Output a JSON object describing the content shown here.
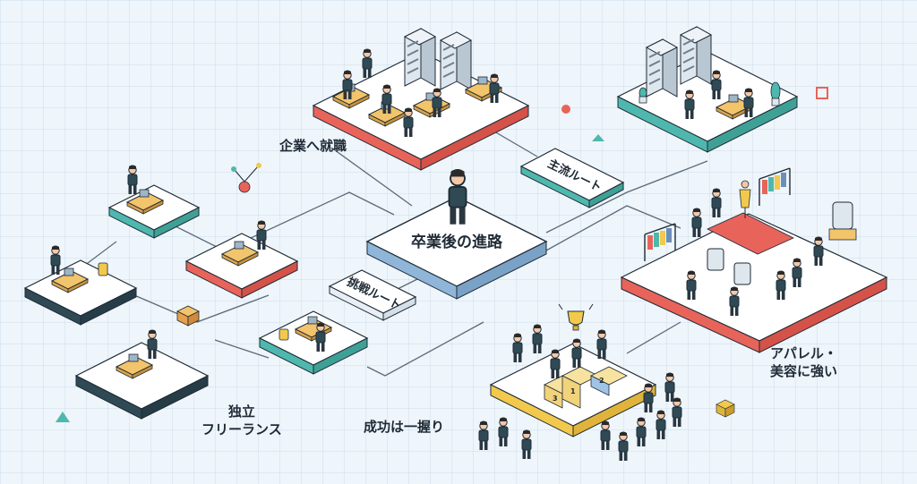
{
  "center": {
    "title": "卒業後の進路"
  },
  "routes": {
    "mainstream": "主流ルート",
    "challenge": "挑戦ルート"
  },
  "outcomes": {
    "employment": "企業へ就職",
    "apparel_line1": "アパレル・",
    "apparel_line2": "美容に強い",
    "freelance_line1": "独立",
    "freelance_line2": "フリーランス",
    "success": "成功は一握り"
  },
  "podium": {
    "first": "1",
    "second": "2",
    "third": "3"
  },
  "colors": {
    "background": "#eef5fb",
    "red_accent": "#e8645a",
    "teal_accent": "#4fb8ae",
    "blue_accent": "#8fb6d8",
    "dark_accent": "#2f4a55",
    "yellow_accent": "#f2c94c",
    "line": "#5c6b78"
  },
  "icons": [
    "person-icon",
    "building-icon",
    "desk-icon",
    "laptop-icon",
    "trophy-icon",
    "clothes-rack-icon",
    "mirror-icon",
    "plant-icon",
    "mannequin-icon"
  ]
}
